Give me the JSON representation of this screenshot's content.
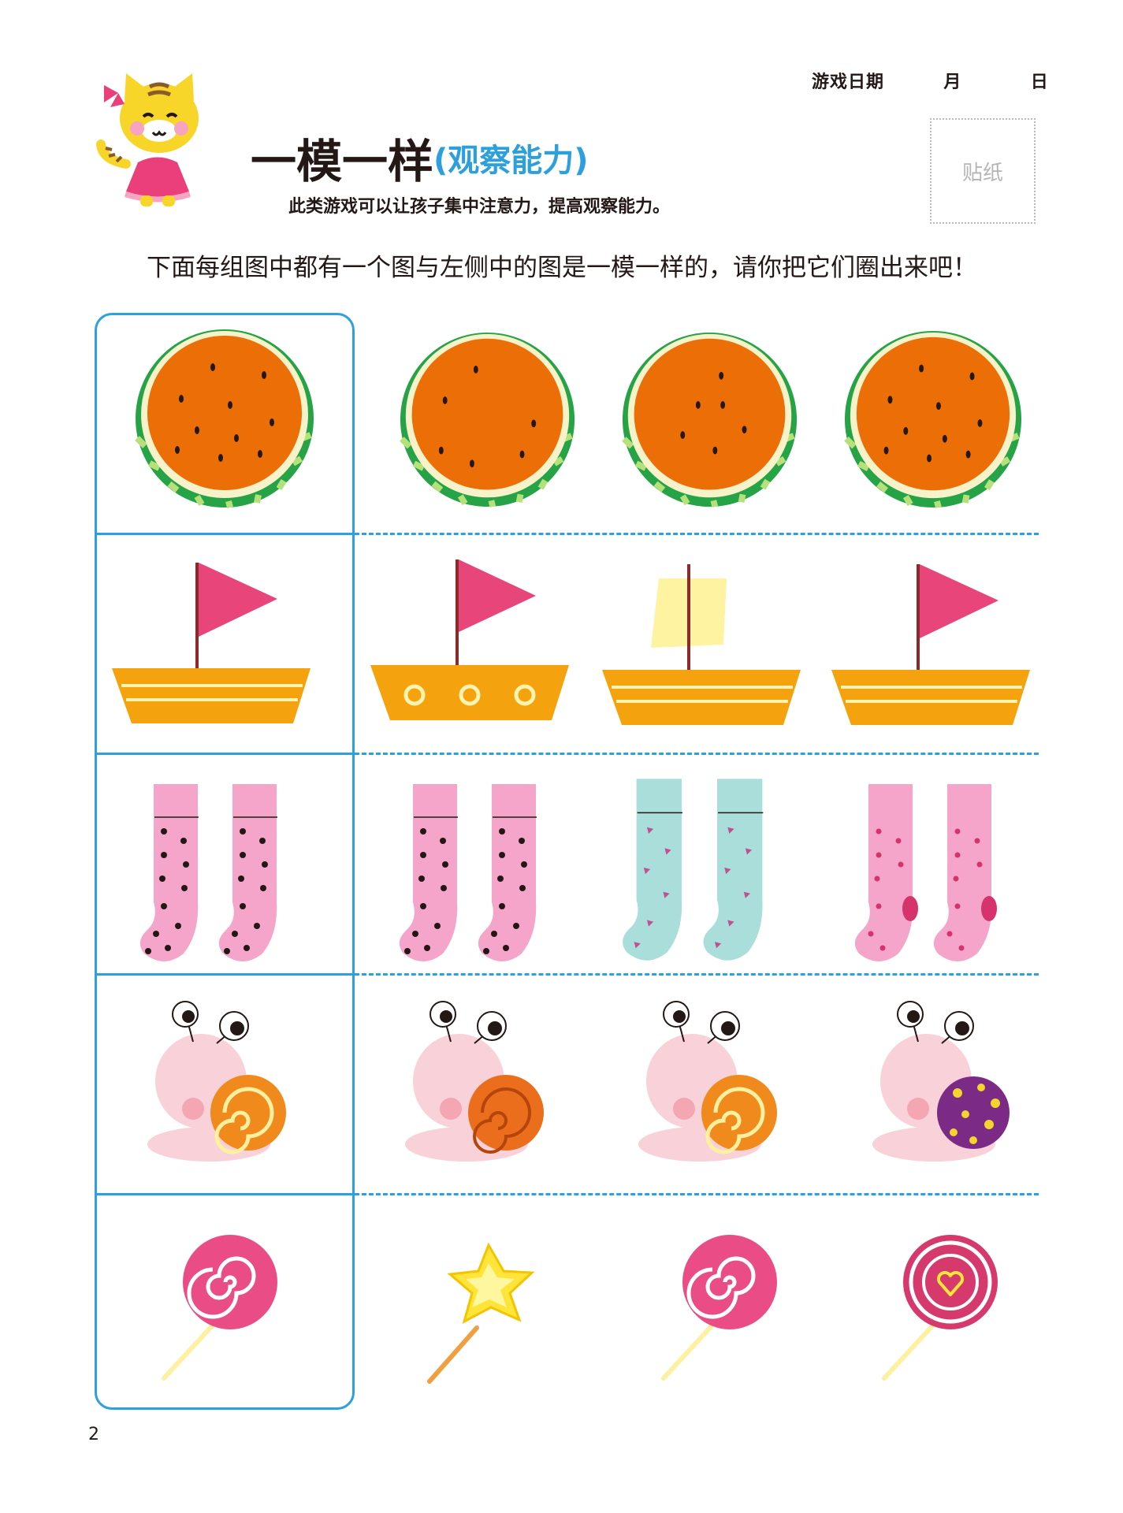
{
  "header": {
    "date_label": "游戏日期",
    "month_label": "月",
    "day_label": "日",
    "sticker_label": "贴纸"
  },
  "title": {
    "main": "一模一样",
    "sub": "(观察能力)"
  },
  "subtitle": "此类游戏可以让孩子集中注意力，提高观察能力。",
  "instruction": "下面每组图中都有一个图与左侧中的图是一模一样的，请你把它们圈出来吧！",
  "page_number": "2",
  "colors": {
    "accent_blue": "#2ca0e0",
    "watermelon_flesh": "#eb6e07",
    "flag_pink": "#e8457b",
    "boat_orange": "#f5a20f",
    "sail_yellow": "#fdf3a0",
    "sock_pink": "#f4a5c9",
    "sock_mint": "#a9dedb",
    "lollipop_pink": "#ea4d86",
    "star_yellow": "#ffe53a"
  },
  "rows": [
    {
      "name": "watermelon",
      "reference": "watermelon-icon",
      "options": [
        "watermelon-icon",
        "watermelon-icon",
        "watermelon-icon"
      ]
    },
    {
      "name": "sailboat",
      "reference": "sailboat-icon",
      "options": [
        "sailboat-portholes-icon",
        "sailboat-yellow-sail-icon",
        "sailboat-icon"
      ]
    },
    {
      "name": "socks",
      "reference": "pink-socks-icon",
      "options": [
        "pink-socks-icon",
        "mint-socks-icon",
        "pink-socks-dark-heel-icon"
      ]
    },
    {
      "name": "snail",
      "reference": "snail-icon",
      "options": [
        "snail-icon",
        "snail-icon",
        "snail-purple-shell-icon"
      ]
    },
    {
      "name": "lollipop",
      "reference": "lollipop-icon",
      "options": [
        "star-wand-icon",
        "lollipop-icon",
        "lollipop-heart-icon"
      ]
    }
  ]
}
